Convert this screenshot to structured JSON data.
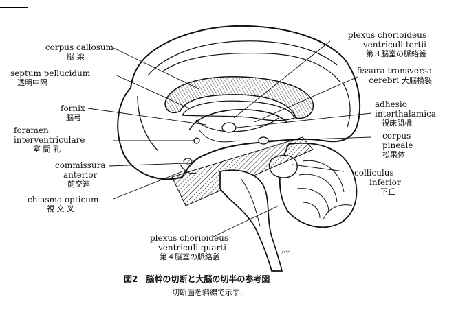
{
  "labels": {
    "corpus_callosum": {
      "en": "corpus callosum",
      "jp": "脳 梁"
    },
    "septum_pellucidum": {
      "en": "septum pellucidum",
      "jp": "透明中隔"
    },
    "fornix": {
      "en": "fornix",
      "jp": "脳弓"
    },
    "foramen": {
      "en1": "foramen",
      "en2": "interventriculare",
      "jp": "室 間 孔"
    },
    "commissura": {
      "en1": "commissura",
      "en2": "anterior",
      "jp": "前交連"
    },
    "chiasma": {
      "en": "chiasma opticum",
      "jp": "視 交 叉"
    },
    "plexus_tertii": {
      "en1": "plexus chorioideus",
      "en2": "ventriculi tertii",
      "jp": "第３脳室の脈絡叢"
    },
    "fissura": {
      "en1": "fissura transversa",
      "en2": "cerebri",
      "jp": "大脳横裂"
    },
    "adhesio": {
      "en1": "adhesio",
      "en2": "interthalamica",
      "jp": "視床間橋"
    },
    "corpus_pineale": {
      "en1": "corpus",
      "en2": "pineale",
      "jp": "松果体"
    },
    "colliculus": {
      "en1": "colliculus",
      "en2": "inferior",
      "jp": "下丘"
    },
    "plexus_quarti": {
      "en1": "plexus chorioideus",
      "en2": "ventriculi quarti",
      "jp": "第４脳室の脈絡叢"
    }
  },
  "caption": {
    "title": "図2　脳幹の切断と大脳の切半の参考図",
    "subtitle": "切断面を斜線で示す."
  },
  "signature": "ハヤ"
}
